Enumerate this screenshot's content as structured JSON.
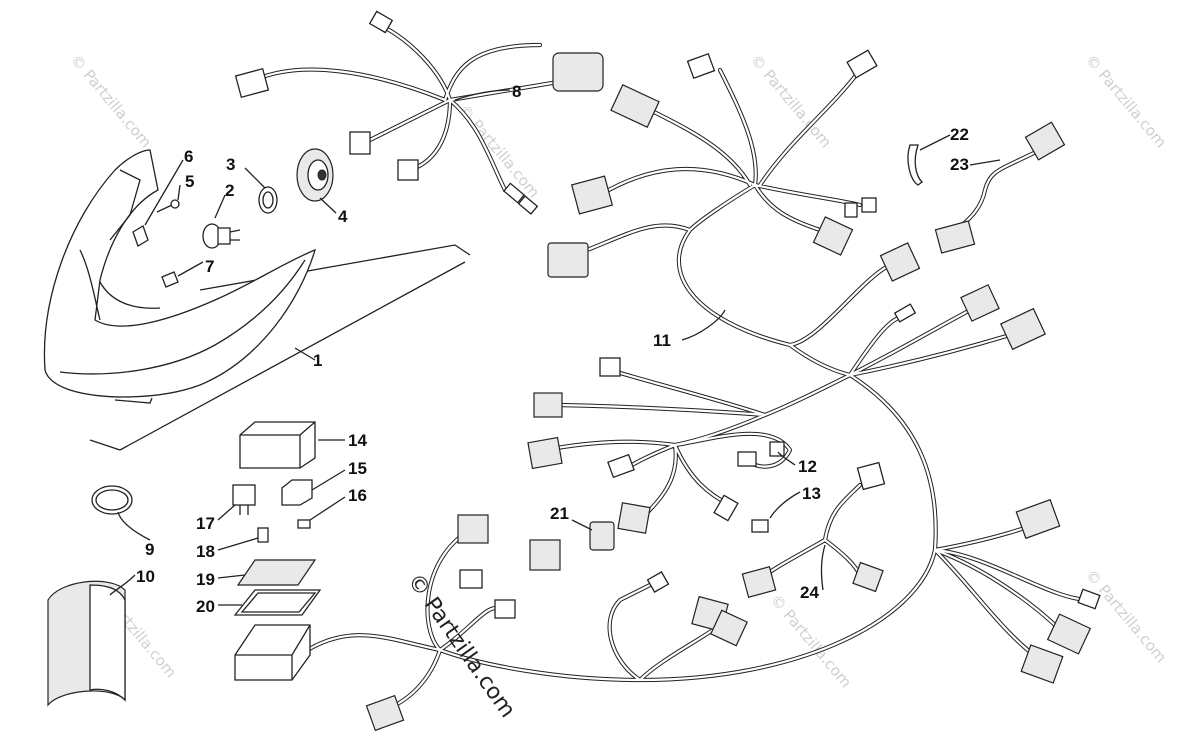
{
  "callouts": [
    {
      "id": "c1",
      "label": "1"
    },
    {
      "id": "c2",
      "label": "2"
    },
    {
      "id": "c3",
      "label": "3"
    },
    {
      "id": "c4",
      "label": "4"
    },
    {
      "id": "c5",
      "label": "5"
    },
    {
      "id": "c6",
      "label": "6"
    },
    {
      "id": "c7",
      "label": "7"
    },
    {
      "id": "c8",
      "label": "8"
    },
    {
      "id": "c9",
      "label": "9"
    },
    {
      "id": "c10",
      "label": "10"
    },
    {
      "id": "c11",
      "label": "11"
    },
    {
      "id": "c12",
      "label": "12"
    },
    {
      "id": "c13",
      "label": "13"
    },
    {
      "id": "c14",
      "label": "14"
    },
    {
      "id": "c15",
      "label": "15"
    },
    {
      "id": "c16",
      "label": "16"
    },
    {
      "id": "c17",
      "label": "17"
    },
    {
      "id": "c18",
      "label": "18"
    },
    {
      "id": "c19",
      "label": "19"
    },
    {
      "id": "c20",
      "label": "20"
    },
    {
      "id": "c21",
      "label": "21"
    },
    {
      "id": "c22",
      "label": "22"
    },
    {
      "id": "c23",
      "label": "23"
    },
    {
      "id": "c24",
      "label": "24"
    }
  ],
  "watermark": {
    "main": "© Partzilla.com",
    "faint": "© Partzilla.com"
  },
  "colors": {
    "line": "#222222",
    "watermark_faint": "#cfcfcf",
    "background": "#ffffff"
  }
}
